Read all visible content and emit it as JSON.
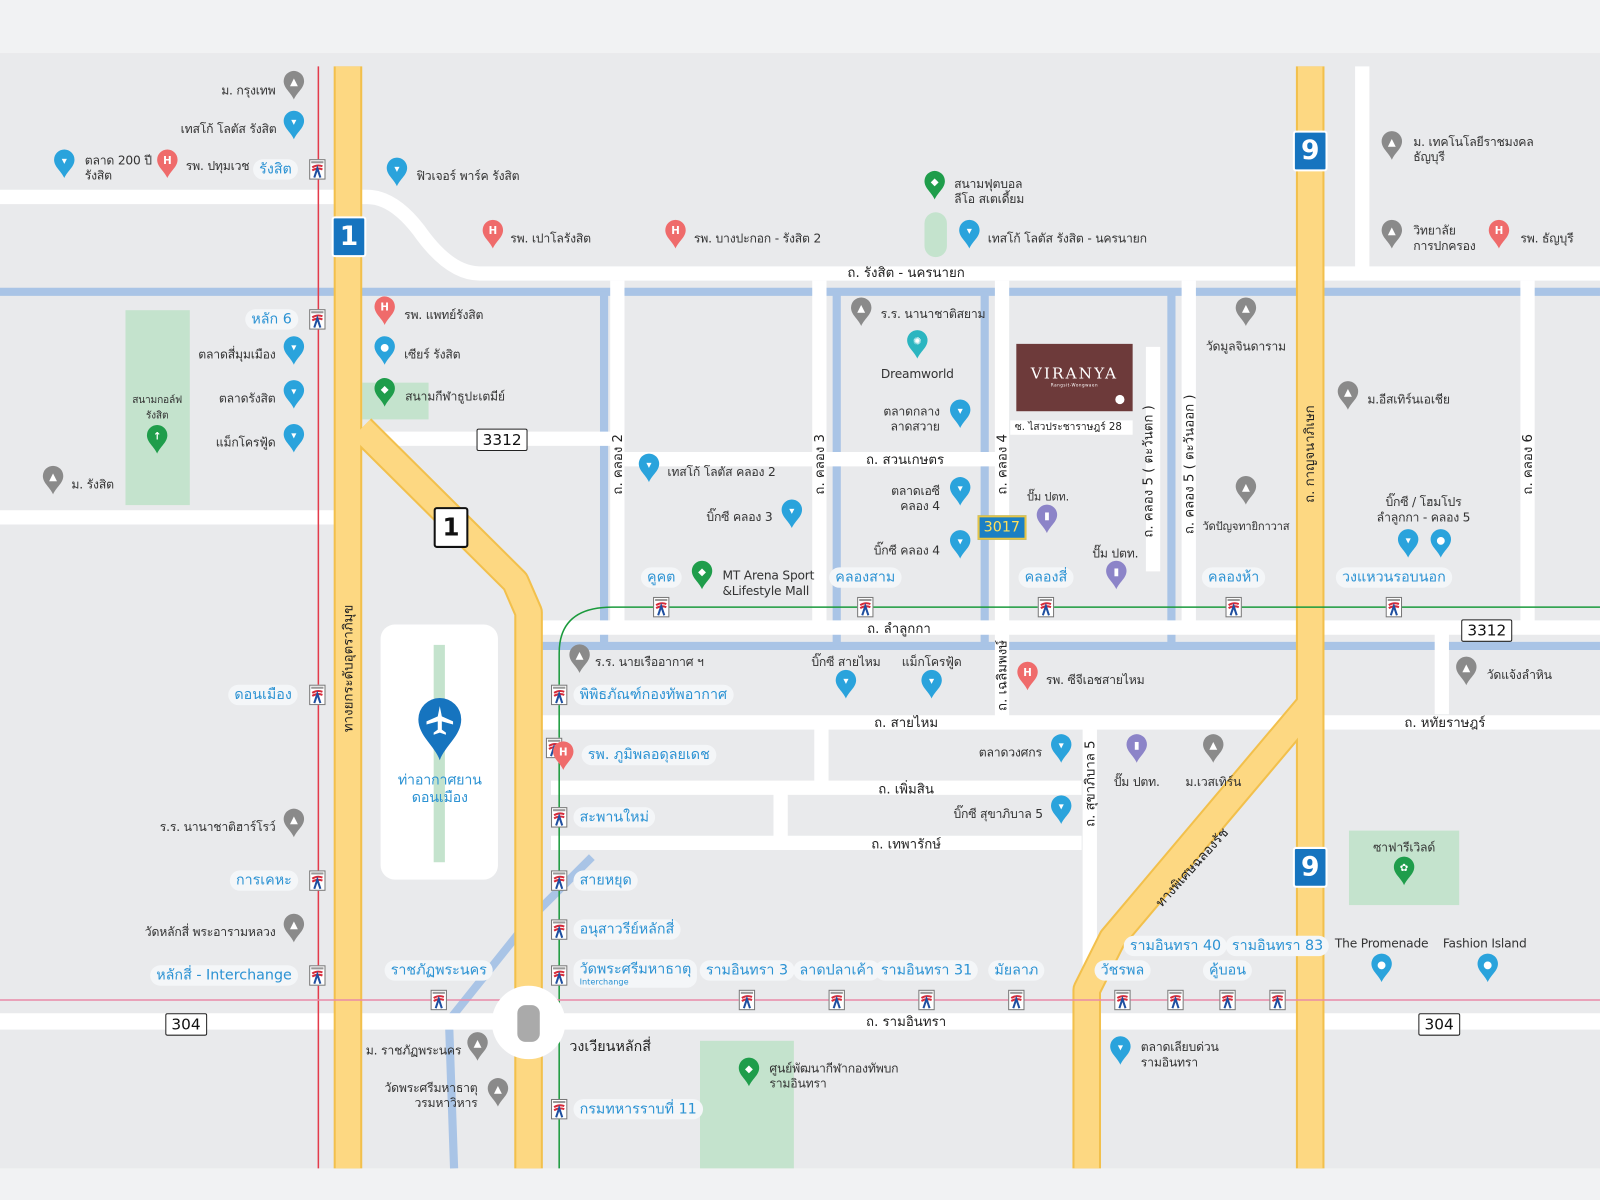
{
  "colors": {
    "background": "#e9eaec",
    "road": "#ffffff",
    "canal": "#a9c4e6",
    "highway": "#fdd882",
    "park": "#c4e3cd",
    "red_line": "#e33b4b",
    "pink_line": "#e98aa8",
    "green_line": "#1a9a3c",
    "viranya": "#6d3a3a",
    "station_text": "#2b92d3"
  },
  "project": {
    "name": "VIRANYA",
    "tagline": "Rangsit-Wongwaen"
  },
  "airport": {
    "label": "ท่าอากาศยาน\nดอนเมือง",
    "icon": "airplane-icon"
  },
  "shields": [
    "1",
    "1",
    "9",
    "9",
    "3312",
    "3312",
    "304",
    "304",
    "3017"
  ],
  "roads": [
    "ถ. รังสิต - นครนายก",
    "ถ. คลอง 2",
    "ถ. คลอง 3",
    "ถ. สวนเกษตร",
    "ถ. คลอง 4",
    "ซ. ไสวประชาราษฎร์ 28",
    "ถ. คลอง 5 ( ตะวันตก )",
    "ถ. คลอง 5 ( ตะวันออก )",
    "ถ. กาญจนาภิเษก",
    "ถ. คลอง 6",
    "ถ. ลำลูกกา",
    "ถ. เฉลิมพงษ์",
    "ถ. สายไหม",
    "ถ. หทัยราษฎร์",
    "ถ. เพิ่มสิน",
    "ถ. เทพารักษ์",
    "ถ. สุขาภิบาล 5",
    "ทางพิเศษฉลองรัช",
    "ทางยกระดับอุตราภิมุข",
    "ถ. รามอินทรา",
    "วงเวียนหลักสี่"
  ],
  "pois": [
    {
      "label": "ม. กรุงเทพ",
      "icon": "university-icon"
    },
    {
      "label": "เทสโก้ โลตัส รังสิต",
      "icon": "shopping-cart-icon"
    },
    {
      "label": "ตลาด 200 ปี\nรังสิต",
      "icon": "shopping-cart-icon"
    },
    {
      "label": "รพ. ปทุมเวช",
      "icon": "hospital-icon"
    },
    {
      "label": "ฟิวเจอร์ พาร์ค รังสิต",
      "icon": "shopping-cart-icon"
    },
    {
      "label": "รพ. เปาโลรังสิต",
      "icon": "hospital-icon"
    },
    {
      "label": "รพ. บางปะกอก - รังสิต 2",
      "icon": "hospital-icon"
    },
    {
      "label": "สนามฟุตบอล\nลีโอ สเตเดี้ยม",
      "icon": "stadium-icon"
    },
    {
      "label": "เทสโก้ โลตัส รังสิต - นครนายก",
      "icon": "shopping-cart-icon"
    },
    {
      "label": "ม. เทคโนโลยีราชมงคล\nธัญบุรี",
      "icon": "university-icon"
    },
    {
      "label": "วิทยาลัย\nการปกครอง",
      "icon": "university-icon"
    },
    {
      "label": "รพ. ธัญบุรี",
      "icon": "hospital-icon"
    },
    {
      "label": "รพ. แพทย์รังสิต",
      "icon": "hospital-icon"
    },
    {
      "label": "เซียร์ รังสิต",
      "icon": "shopping-bag-icon"
    },
    {
      "label": "สนามกีฬาธูปะเตมีย์",
      "icon": "stadium-icon"
    },
    {
      "label": "ตลาดสี่มุมเมือง",
      "icon": "shopping-cart-icon"
    },
    {
      "label": "ตลาดรังสิต",
      "icon": "shopping-cart-icon"
    },
    {
      "label": "แม็กโครฟู้ด",
      "icon": "shopping-cart-icon"
    },
    {
      "label": "สนามกอล์ฟ\nรังสิต",
      "icon": "golf-icon"
    },
    {
      "label": "ม. รังสิต",
      "icon": "university-icon"
    },
    {
      "label": "ร.ร. นานาชาติสยาม",
      "icon": "university-icon"
    },
    {
      "label": "Dreamworld",
      "icon": "theme-park-icon"
    },
    {
      "label": "ตลาดกลาง\nลาดสวาย",
      "icon": "shopping-cart-icon"
    },
    {
      "label": "ตลาดเอซี\nคลอง 4",
      "icon": "shopping-cart-icon"
    },
    {
      "label": "บิ๊กซี คลอง 4",
      "icon": "shopping-cart-icon"
    },
    {
      "label": "เทสโก้ โลตัส คลอง 2",
      "icon": "shopping-cart-icon"
    },
    {
      "label": "บิ๊กซี คลอง 3",
      "icon": "shopping-cart-icon"
    },
    {
      "label": "MT Arena Sport\n&Lifestyle Mall",
      "icon": "stadium-icon"
    },
    {
      "label": "ปั๊ม ปตท.",
      "icon": "gas-station-icon"
    },
    {
      "label": "ปั๊ม ปตท.",
      "icon": "gas-station-icon"
    },
    {
      "label": "วัดมูลจินดาราม",
      "icon": "temple-icon"
    },
    {
      "label": "วัดปัญจทายิกาวาส",
      "icon": "temple-icon"
    },
    {
      "label": "ม.อีสเทิร์นเอเชีย",
      "icon": "university-icon"
    },
    {
      "label": "บิ๊กซี / โฮมโปร\nลำลูกกา - คลอง 5",
      "icon": "shopping-cart-icon"
    },
    {
      "label": "วัดแจ้งลำหิน",
      "icon": "temple-icon"
    },
    {
      "label": "ร.ร. นายเรืออากาศ ฯ",
      "icon": "university-icon"
    },
    {
      "label": "บิ๊กซี สายไหม",
      "icon": "shopping-cart-icon"
    },
    {
      "label": "แม็กโครฟู้ด",
      "icon": "shopping-cart-icon"
    },
    {
      "label": "รพ. ซีจีเอชสายไหม",
      "icon": "hospital-icon"
    },
    {
      "label": "ตลาดวงศกร",
      "icon": "shopping-cart-icon"
    },
    {
      "label": "ปั๊ม ปตท.",
      "icon": "gas-station-icon"
    },
    {
      "label": "ม.เวสเทิร์น",
      "icon": "university-icon"
    },
    {
      "label": "บิ๊กซี สุขาภิบาล 5",
      "icon": "shopping-cart-icon"
    },
    {
      "label": "ร.ร. นานาชาติฮาร์โรว์",
      "icon": "university-icon"
    },
    {
      "label": "วัดหลักสี่ พระอารามหลวง",
      "icon": "temple-icon"
    },
    {
      "label": "ซาฟารีเวิลด์",
      "icon": "zoo-icon"
    },
    {
      "label": "The Promenade",
      "icon": "shopping-bag-icon"
    },
    {
      "label": "Fashion Island",
      "icon": "shopping-bag-icon"
    },
    {
      "label": "ม. ราชภัฏพระนคร",
      "icon": "university-icon"
    },
    {
      "label": "วัดพระศรีมหาธาตุ\nวรมหาวิหาร",
      "icon": "temple-icon"
    },
    {
      "label": "ศูนย์พัฒนากีฬากองทัพบก\nรามอินทรา",
      "icon": "stadium-icon"
    },
    {
      "label": "ตลาดเลียบด่วน\nรามอินทรา",
      "icon": "shopping-cart-icon"
    }
  ],
  "stations": [
    {
      "label": "รังสิต",
      "line": "red"
    },
    {
      "label": "หลัก 6",
      "line": "red"
    },
    {
      "label": "ดอนเมือง",
      "line": "red"
    },
    {
      "label": "การเคหะ",
      "line": "red"
    },
    {
      "label": "หลักสี่ - Interchange",
      "line": "red"
    },
    {
      "label": "พิพิธภัณฑ์กองทัพอากาศ",
      "line": "green"
    },
    {
      "label": "รพ. ภูมิพลอดุลยเดช",
      "line": "green"
    },
    {
      "label": "สะพานใหม่",
      "line": "green"
    },
    {
      "label": "สายหยุด",
      "line": "green"
    },
    {
      "label": "อนุสาวรีย์หลักสี่",
      "line": "green"
    },
    {
      "label": "วัดพระศรีมหาธาตุ",
      "line": "green",
      "sub": "Interchange"
    },
    {
      "label": "กรมทหารราบที่ 11",
      "line": "green"
    },
    {
      "label": "คูคต",
      "line": "green"
    },
    {
      "label": "คลองสาม",
      "line": "green"
    },
    {
      "label": "คลองสี่",
      "line": "green"
    },
    {
      "label": "คลองห้า",
      "line": "green"
    },
    {
      "label": "วงแหวนรอบนอก",
      "line": "green"
    },
    {
      "label": "ราชภัฏพระนคร",
      "line": "pink"
    },
    {
      "label": "รามอินทรา 3",
      "line": "pink"
    },
    {
      "label": "ลาดปลาเค้า",
      "line": "pink"
    },
    {
      "label": "รามอินทรา 31",
      "line": "pink"
    },
    {
      "label": "มัยลาภ",
      "line": "pink"
    },
    {
      "label": "วัชรพล",
      "line": "pink"
    },
    {
      "label": "รามอินทรา 40",
      "line": "pink"
    },
    {
      "label": "คู้บอน",
      "line": "pink"
    },
    {
      "label": "รามอินทรา 83",
      "line": "pink"
    }
  ]
}
